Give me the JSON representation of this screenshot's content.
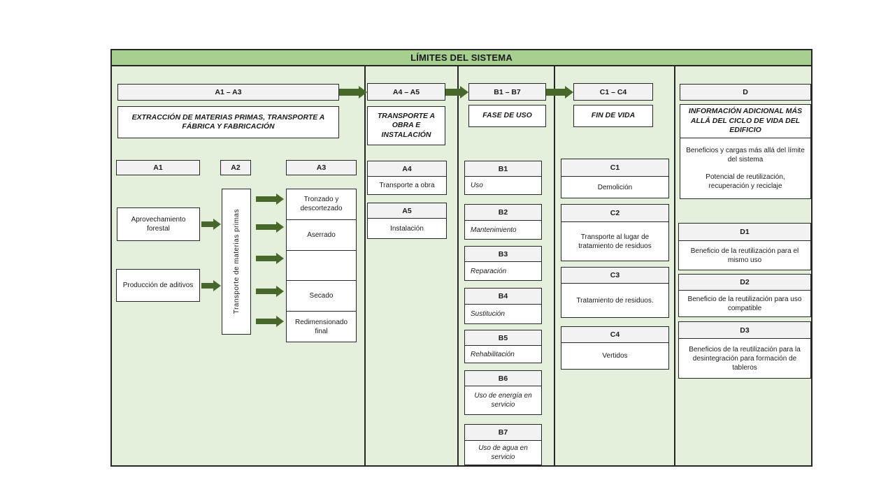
{
  "title": "LÍMITES DEL SISTEMA",
  "colors": {
    "title_bg": "#a6cf90",
    "panel_bg": "#e4efdc",
    "arrow_green": "#47682a",
    "label_bg": "#f2f2f2",
    "border": "#262626"
  },
  "col1": {
    "header": "A1 – A3",
    "subtitle": "EXTRACCIÓN DE MATERIAS PRIMAS, TRANSPORTE A FÁBRICA Y FABRICACIÓN",
    "a1_label": "A1",
    "a2_label": "A2",
    "a3_label": "A3",
    "source1": "Aprovechamiento forestal",
    "source2": "Producción de aditivos",
    "transport": "Transporte de materias primas",
    "a3_cells": [
      "Tronzado y descortezado",
      "Aserrado",
      "",
      "Secado",
      "Redimensionado final"
    ]
  },
  "col2": {
    "header": "A4 – A5",
    "subtitle": "TRANSPORTE A OBRA E INSTALACIÓN",
    "items": [
      {
        "label": "A4",
        "text": "Transporte a obra"
      },
      {
        "label": "A5",
        "text": "Instalación"
      }
    ]
  },
  "col3": {
    "header": "B1 – B7",
    "subtitle": "FASE DE USO",
    "items": [
      {
        "label": "B1",
        "text": "Uso"
      },
      {
        "label": "B2",
        "text": "Mantenimiento"
      },
      {
        "label": "B3",
        "text": "Reparación"
      },
      {
        "label": "B4",
        "text": "Sustitución"
      },
      {
        "label": "B5",
        "text": "Rehabilitación"
      },
      {
        "label": "B6",
        "text": "Uso de energía en servicio"
      },
      {
        "label": "B7",
        "text": "Uso de agua en servicio"
      }
    ]
  },
  "col4": {
    "header": "C1 – C4",
    "subtitle": "FIN DE VIDA",
    "items": [
      {
        "label": "C1",
        "text": "Demolición"
      },
      {
        "label": "C2",
        "text": "Transporte al lugar de tratamiento de residuos"
      },
      {
        "label": "C3",
        "text": "Tratamiento de residuos."
      },
      {
        "label": "C4",
        "text": "Vertidos"
      }
    ]
  },
  "col5": {
    "header": "D",
    "subtitle": "INFORMACIÓN ADICIONAL MÁS ALLÁ DEL CICLO DE VIDA DEL EDIFICIO",
    "body1": "Beneficios y cargas más allá del límite del sistema",
    "body2": "Potencial de reutilización, recuperación y reciclaje",
    "items": [
      {
        "label": "D1",
        "text": "Beneficio de la reutilización para el mismo uso"
      },
      {
        "label": "D2",
        "text": "Beneficio de la reutilización para uso compatible"
      },
      {
        "label": "D3",
        "text": "Beneficios de la reutilización para la desintegración para formación de tableros"
      }
    ]
  }
}
